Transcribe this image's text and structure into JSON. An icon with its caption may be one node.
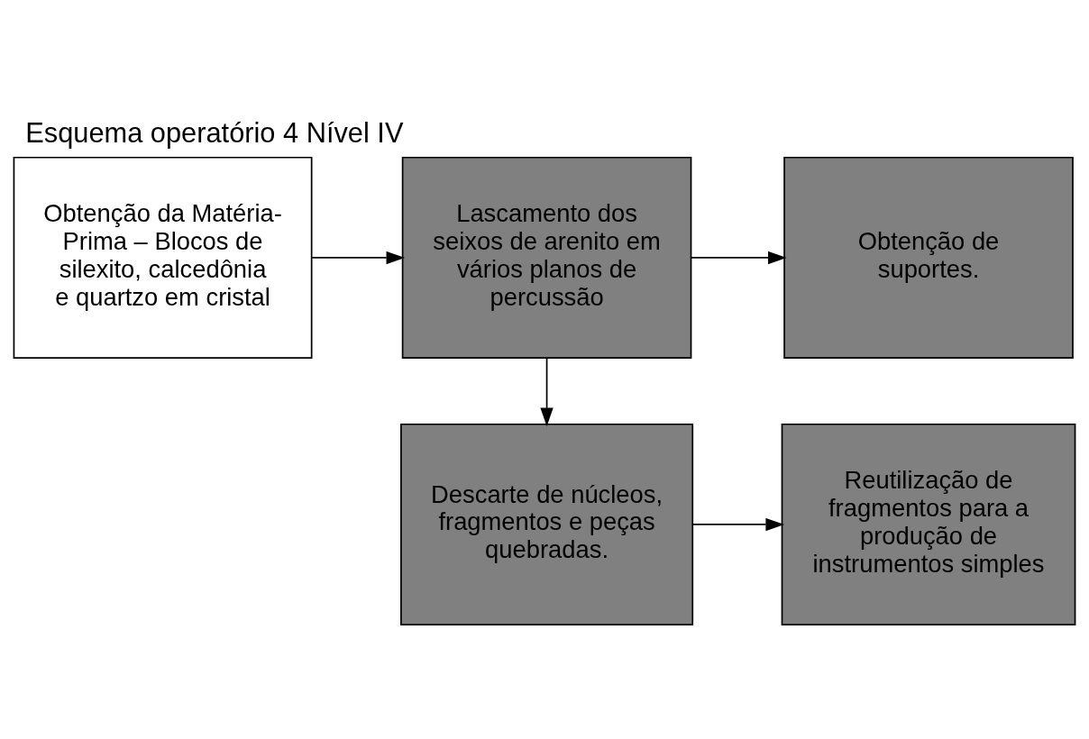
{
  "diagram": {
    "title": "Esquema operatório 4 Nível IV",
    "nodes": [
      {
        "text": [
          "Obtenção da Matéria-Prima – Blocos de silexito, calcedônia e quartzo em cristal"
        ]
      },
      {
        "text": [
          "Lascamento dos seixos de arenito em vários planos de percussão"
        ]
      },
      {
        "text": [
          "Obtenção de suportes."
        ]
      },
      {
        "text": [
          "Descarte de núcleos, fragmentos e peças quebradas."
        ]
      },
      {
        "text": [
          "Reutilização de fragmentos para a produção de instrumentos simples"
        ]
      }
    ],
    "edges": [
      {
        "from": 0,
        "to": 1,
        "arrow": "to"
      },
      {
        "from": 1,
        "to": 2,
        "arrow": "to"
      },
      {
        "from": 1,
        "to": 3,
        "arrow": "to"
      },
      {
        "from": 3,
        "to": 4,
        "arrow": "to"
      }
    ]
  }
}
